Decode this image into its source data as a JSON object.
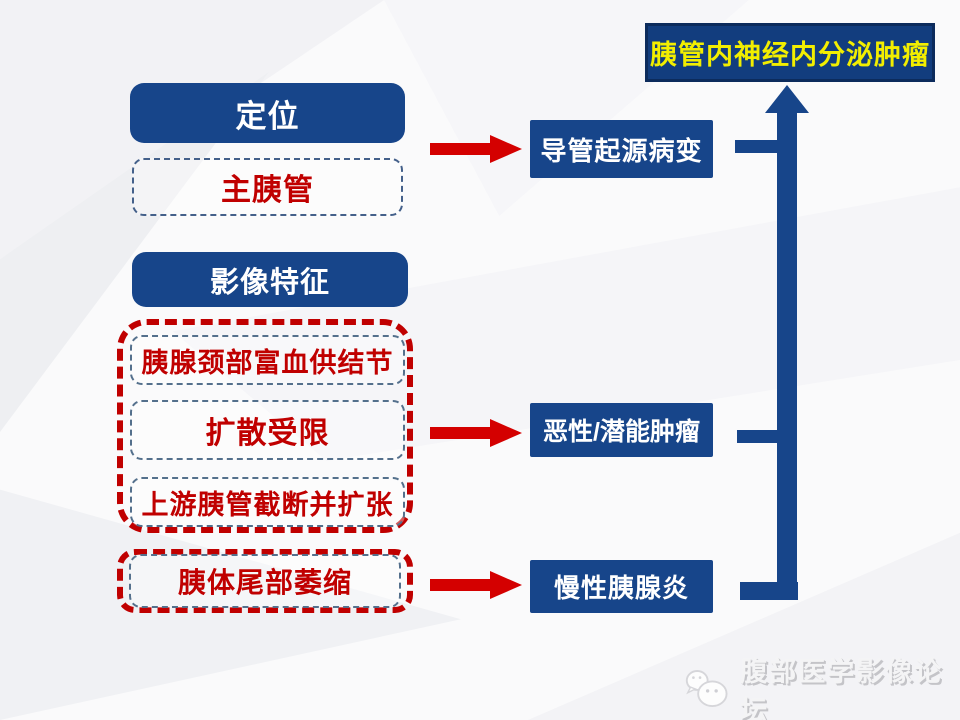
{
  "diagram": {
    "title": "胰管内神经内分泌肿瘤",
    "left": {
      "location_header": "定位",
      "location_item": "主胰管",
      "features_header": "影像特征",
      "features": [
        "胰腺颈部富血供结节",
        "扩散受限",
        "上游胰管截断并扩张"
      ],
      "atrophy_item": "胰体尾部萎缩"
    },
    "right": {
      "items": [
        "导管起源病变",
        "恶性/潜能肿瘤",
        "慢性胰腺炎"
      ]
    },
    "watermark": {
      "label": "腹部医学影像论坛",
      "icon": "wechat-bubbles"
    },
    "colors": {
      "navy": "#17458a",
      "title_navy": "#123d7e",
      "title_border": "#0c2b5c",
      "yellow": "#f2ee00",
      "red_text": "#c00000",
      "arrow_red": "#d40000",
      "inner_dash_blue": "#54708c"
    }
  }
}
